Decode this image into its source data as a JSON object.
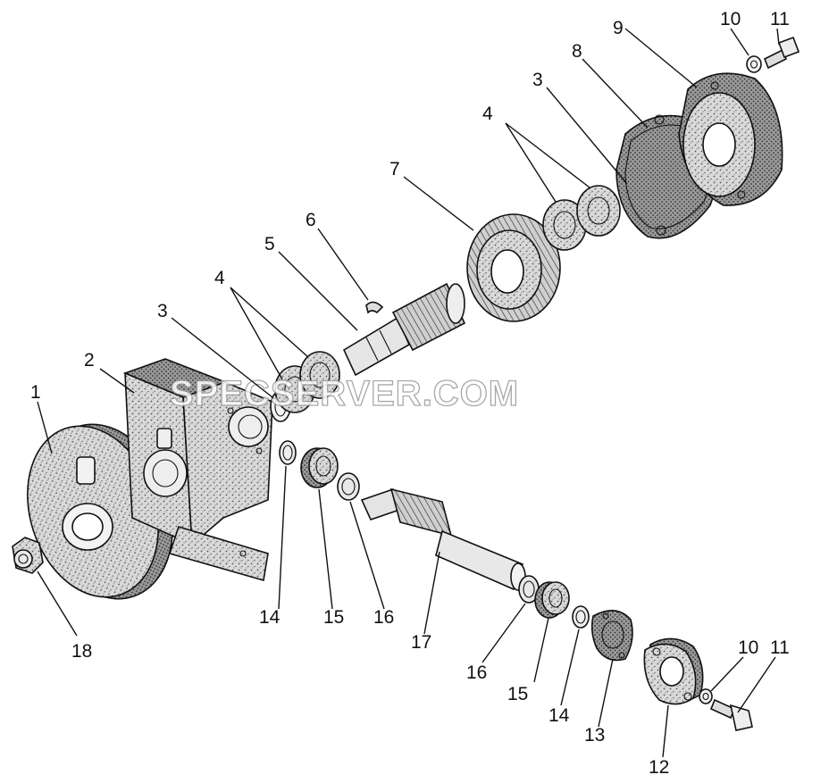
{
  "watermark": "SPECSERVER.COM",
  "callouts": {
    "c1": "1",
    "c2": "2",
    "c3a": "3",
    "c3b": "3",
    "c4a": "4",
    "c4b": "4",
    "c5": "5",
    "c6": "6",
    "c7": "7",
    "c8": "8",
    "c9": "9",
    "c10a": "10",
    "c11a": "11",
    "c10b": "10",
    "c11b": "11",
    "c12": "12",
    "c13": "13",
    "c14a": "14",
    "c15a": "15",
    "c16a": "16",
    "c17": "17",
    "c16b": "16",
    "c15b": "15",
    "c14b": "14",
    "c18": "18"
  }
}
